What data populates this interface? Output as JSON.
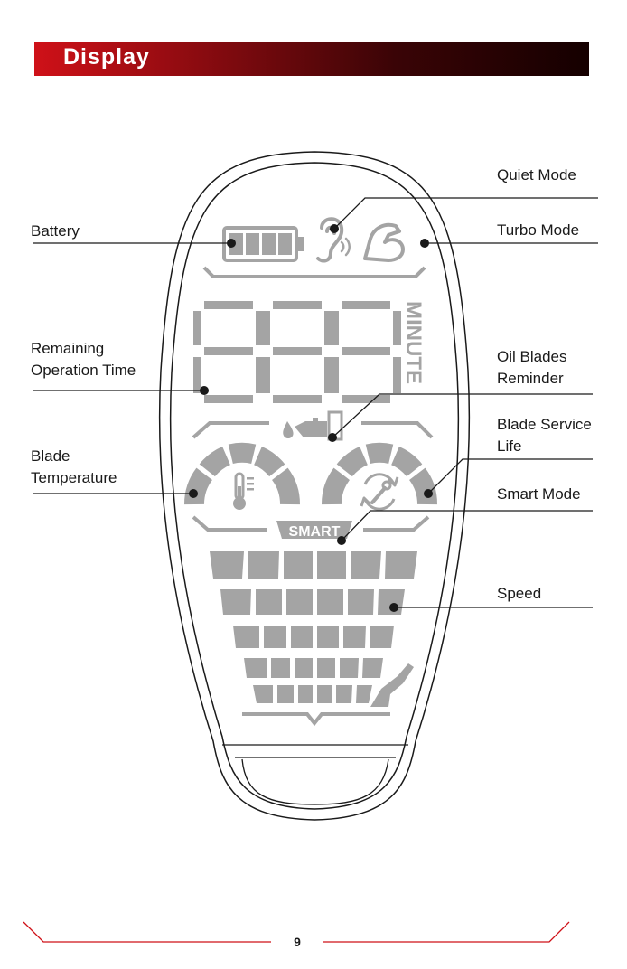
{
  "header": {
    "title": "Display"
  },
  "labels": {
    "quiet_mode": "Quiet Mode",
    "battery": "Battery",
    "turbo_mode": "Turbo Mode",
    "remaining_1": "Remaining",
    "remaining_2": "Operation Time",
    "oil_1": "Oil Blades",
    "oil_2": "Reminder",
    "blade_service_1": "Blade Service",
    "blade_service_2": "Life",
    "blade_temp_1": "Blade",
    "blade_temp_2": "Temperature",
    "smart_mode": "Smart Mode",
    "speed": "Speed"
  },
  "lcd": {
    "minute_text": "MINUTE",
    "smart_text": "SMART"
  },
  "footer": {
    "page_number": "9"
  },
  "colors": {
    "accent": "#cf1118",
    "segment": "#a4a4a4",
    "ink": "#1a1a1a"
  }
}
